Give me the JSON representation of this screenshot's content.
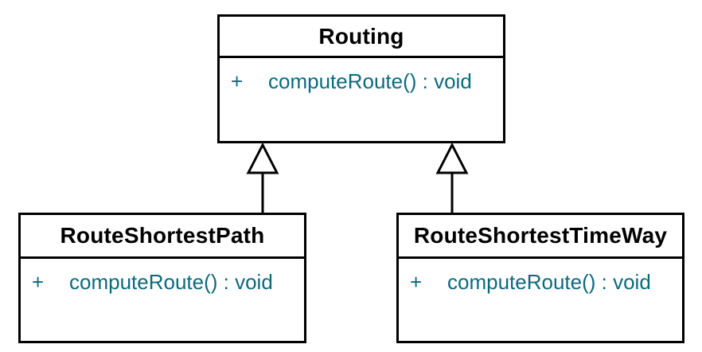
{
  "diagram": {
    "kind": "uml-class-diagram",
    "classes": [
      {
        "name": "Routing",
        "methods": [
          {
            "visibility": "+",
            "signature": "computeRoute() : void"
          }
        ]
      },
      {
        "name": "RouteShortestPath",
        "methods": [
          {
            "visibility": "+",
            "signature": "computeRoute() : void"
          }
        ]
      },
      {
        "name": "RouteShortestTimeWay",
        "methods": [
          {
            "visibility": "+",
            "signature": "computeRoute() : void"
          }
        ]
      }
    ],
    "relations": [
      {
        "type": "generalization",
        "from": "RouteShortestPath",
        "to": "Routing"
      },
      {
        "type": "generalization",
        "from": "RouteShortestTimeWay",
        "to": "Routing"
      }
    ]
  },
  "colors": {
    "border": "#000000",
    "title_text": "#000000",
    "method_text": "#0b6a7d",
    "background": "#ffffff"
  }
}
